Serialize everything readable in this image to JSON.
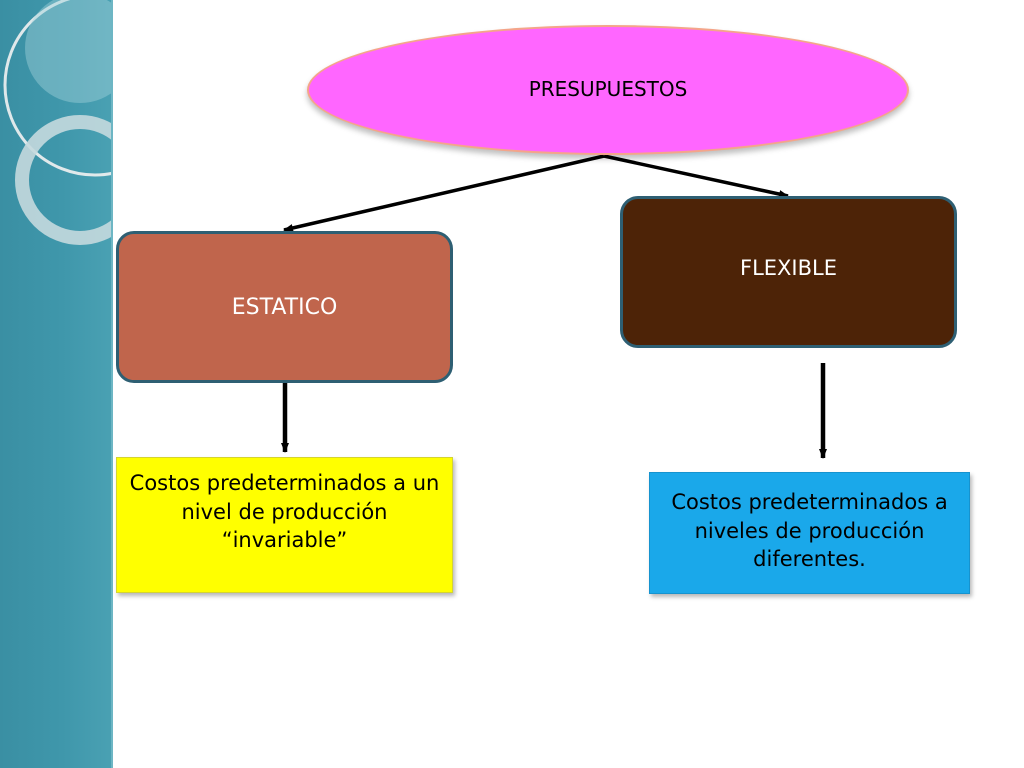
{
  "diagram": {
    "root": {
      "label": "PRESUPUESTOS"
    },
    "static": {
      "label": "ESTATICO",
      "description": "Costos predeterminados a un nivel de producción “invariable”"
    },
    "flexible": {
      "label": "FLEXIBLE",
      "description": "Costos predeterminados a niveles de producción diferentes."
    }
  },
  "colors": {
    "sidebar": "#3f97ab",
    "root_fill": "#ff66ff",
    "static_fill": "#c0654c",
    "flexible_fill": "#4d2307",
    "static_desc_fill": "#ffff00",
    "flexible_desc_fill": "#1aa8ea",
    "node_border": "#2e5f73",
    "arrow": "#000000"
  }
}
